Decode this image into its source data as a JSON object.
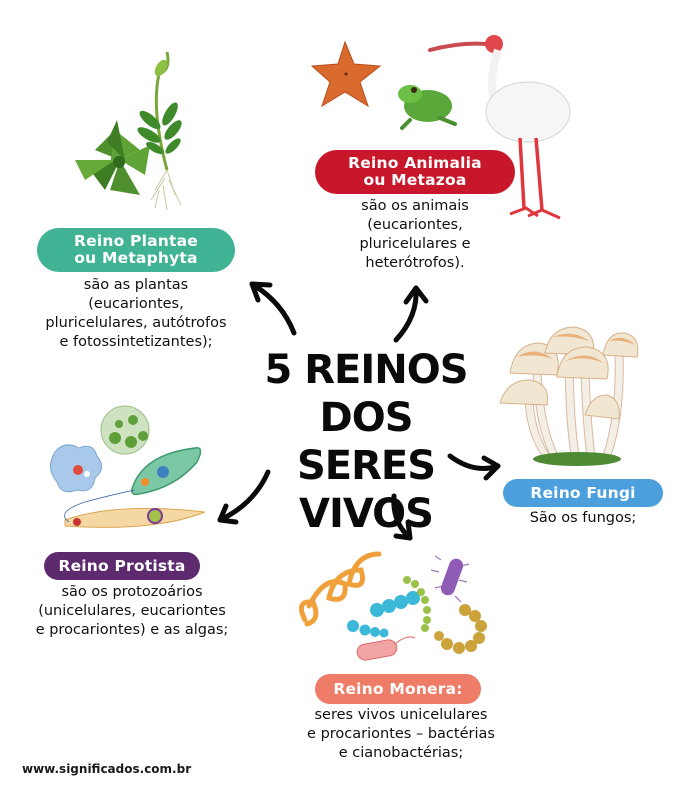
{
  "title": {
    "line1": "5 REINOS",
    "line2": "DOS SERES",
    "line3": "VIVOS"
  },
  "kingdoms": {
    "plantae": {
      "label_line1": "Reino Plantae",
      "label_line2": "ou Metaphyta",
      "color": "#3fb394",
      "description": [
        "são as plantas",
        "(eucariontes,",
        "pluricelulares, autótrofos",
        "e fotossintetizantes);"
      ],
      "illustration": "fern-and-moss-icon"
    },
    "animalia": {
      "label_line1": "Reino Animalia",
      "label_line2": "ou Metazoa",
      "color": "#c8172b",
      "description": [
        "são os animais",
        "(eucariontes,",
        "pluricelulares e",
        "heterótrofos)."
      ],
      "illustration": "starfish-frog-ibis-icon"
    },
    "fungi": {
      "label_line1": "Reino Fungi",
      "color": "#4a9fdc",
      "description": [
        "São os fungos;"
      ],
      "illustration": "mushrooms-icon"
    },
    "protista": {
      "label_line1": "Reino Protista",
      "color": "#5e2a6e",
      "description": [
        "são os protozoários",
        "(unicelulares, eucariontes",
        "e procariontes) e as algas;"
      ],
      "illustration": "protozoa-icon"
    },
    "monera": {
      "label_line1": "Reino Monera:",
      "color": "#ef7c66",
      "description": [
        "seres vivos unicelulares",
        "e procariontes – bactérias",
        "e cianobactérias;"
      ],
      "illustration": "bacteria-icon"
    }
  },
  "footer": {
    "url": "www.significados.com.br"
  }
}
